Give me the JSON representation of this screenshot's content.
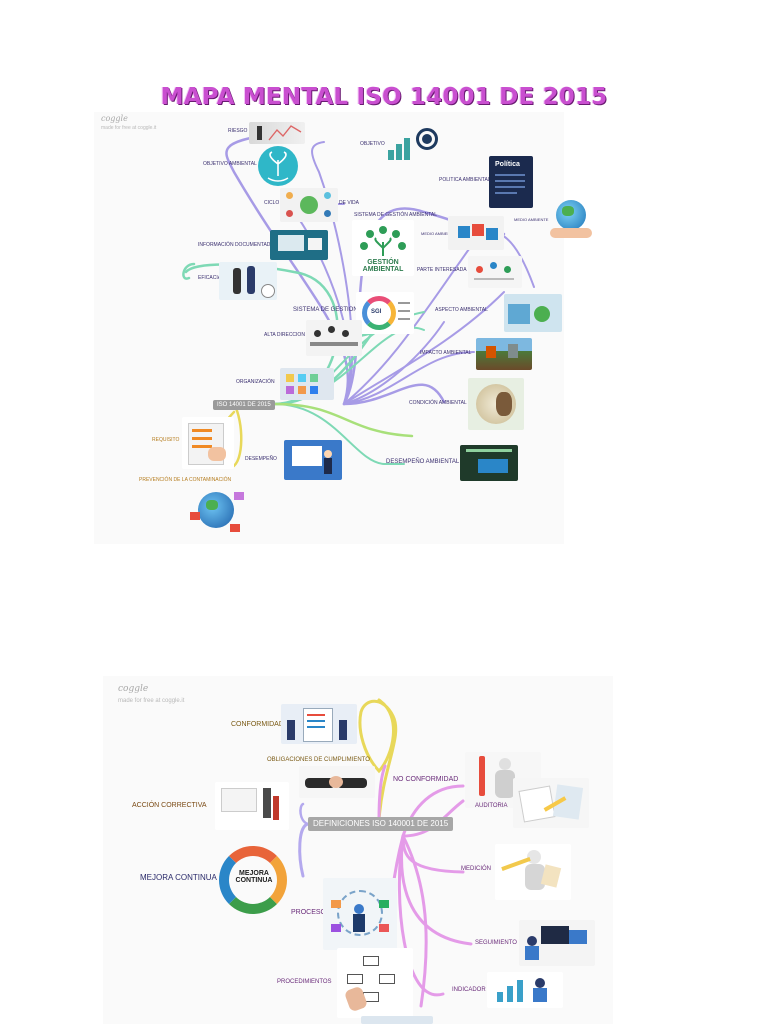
{
  "page": {
    "title": "MAPA MENTAL ISO 14001 DE 2015"
  },
  "map1": {
    "brand": "coggle",
    "brand_sub": "made for free at coggle.it",
    "root": "ISO 14001 DE 2015",
    "nodes": {
      "riesgo": "RIESGO",
      "objetivo_ambiental": "OBJETIVO AMBIENTAL",
      "ciclo": "CICLO",
      "de_vida": "DE VIDA",
      "objetivo": "OBJETIVO",
      "politica_ambiental": "POLITICA AMBIENTAL",
      "sistema_gestion_ambiental": "SISTEMA DE GESTIÓN AMBIENTAL",
      "informacion_documentada": "INFORMACIÓN DOCUMENTADA",
      "eficacia": "EFICACIA",
      "sistema_de_gestion": "SISTEMA DE GESTION",
      "alta_direccion": "ALTA DIRECCION",
      "organizacion": "ORGANIZACIÓN",
      "requisito": "REQUISITO",
      "desempeno": "DESEMPEÑO",
      "prevencion": "PREVENCIÓN DE LA CONTAMINACIÓN",
      "medio_ambiente": "MEDIO AMBIENTE",
      "parte_interesada": "PARTE INTERESADA",
      "aspecto_ambiental": "ASPECTO AMBIENTAL",
      "impacto_ambiental": "IMPACTO AMBIENTAL",
      "condicion_ambiental": "CONDICIÓN AMBIENTAL",
      "desempeno_ambiental": "DESEMPEÑO AMBIENTAL",
      "sgi_badge": "SGI",
      "gestion_ambiental_badge": "GESTIÓN AMBIENTAL",
      "politica_card": "Política"
    }
  },
  "map2": {
    "brand": "coggle",
    "brand_sub": "made for free at coggle.it",
    "root": "DEFINICIONES ISO 140001 DE 2015",
    "nodes": {
      "conformidad": "CONFORMIDAD",
      "obligaciones": "OBLIGACIONES DE CUMPLIMIENTO",
      "no_conformidad": "NO CONFORMIDAD",
      "accion_correctiva": "ACCIÓN CORRECTIVA",
      "auditoria": "AUDITORIA",
      "mejora_continua": "MEJORA CONTINUA",
      "medicion": "MEDICIÓN",
      "proceso": "PROCESO",
      "seguimiento": "SEGUIMIENTO",
      "procedimientos": "PROCEDIMIENTOS",
      "indicador": "INDICADOR",
      "mejora_badge": "MEJORA CONTINUA"
    }
  },
  "colors": {
    "title": "#c94fd0",
    "branch_purple": "#a79be6",
    "branch_green": "#7ed9b5",
    "branch_lime": "#a8e07a",
    "branch_yellow": "#e8d85a",
    "branch_pink": "#e49be8",
    "root_bg": "#9a9a9a"
  }
}
